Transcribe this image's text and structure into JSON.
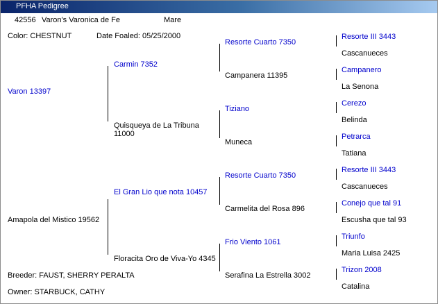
{
  "window": {
    "title": "PFHA Pedigree"
  },
  "header": {
    "reg_number": "42556",
    "horse_name": "Varon's Varonica de Fe",
    "sex": "Mare"
  },
  "details": {
    "color": "Color:  CHESTNUT",
    "foaled": "Date Foaled:  05/25/2000",
    "breeder": "Breeder: FAUST, SHERRY PERALTA",
    "owner": "Owner: STARBUCK, CATHY"
  },
  "pedigree": {
    "sire": "Varon  13397",
    "dam": "Amapola del Mistico  19562",
    "sire_sire": "Carmin  7352",
    "sire_dam": "Quisqueya de La Tribuna",
    "sire_dam_partial": "11000",
    "dam_sire": "El Gran Lio que nota  10457",
    "dam_dam": "Floracita Oro de Viva-Yo  4345",
    "gen3": [
      "Resorte Cuarto  7350",
      "Campanera  11395",
      "Tiziano",
      "Muneca",
      "Resorte Cuarto  7350",
      "Carmelita del Rosa  896",
      "Frio Viento  1061",
      "Serafina La Estrella  3002"
    ],
    "gen4": [
      "Resorte III  3443",
      "Cascanueces",
      "Campanero",
      "La Senona",
      "Cerezo",
      "Belinda",
      "Petrarca",
      "Tatiana",
      "Resorte III  3443",
      "Cascanueces",
      "Conejo que tal  91",
      "Escusha que tal  93",
      "Triunfo",
      "Maria Luisa  2425",
      "Trizon  2008",
      "Catalina"
    ]
  }
}
